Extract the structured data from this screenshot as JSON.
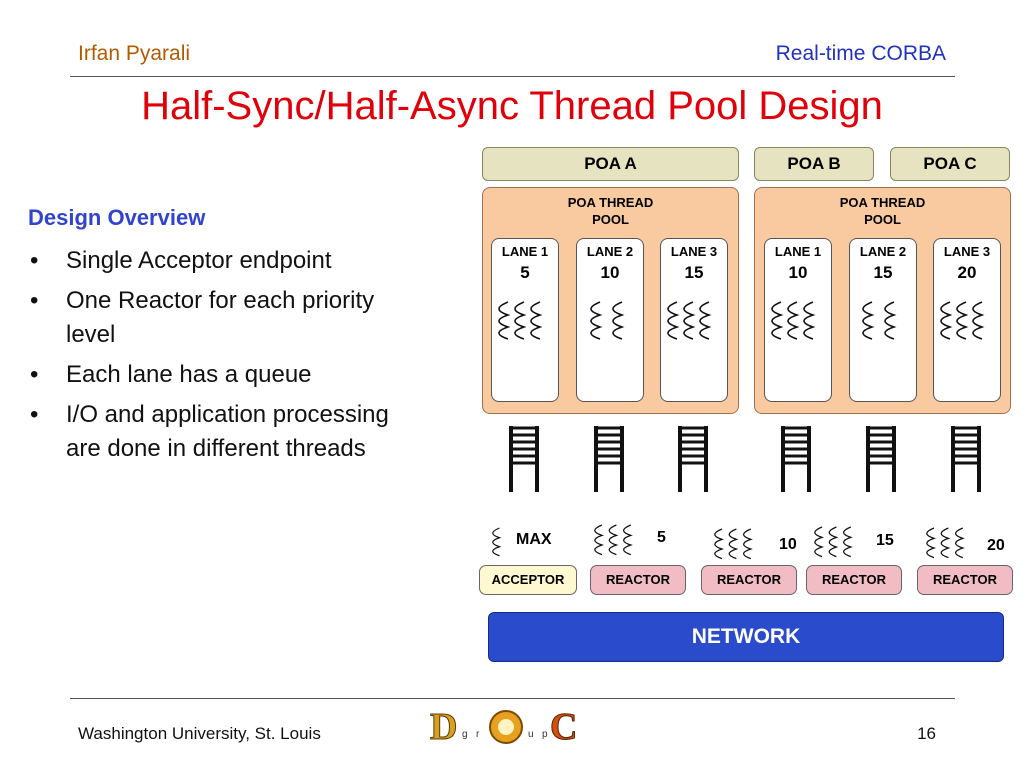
{
  "header": {
    "author": "Irfan Pyarali",
    "topic": "Real-time CORBA"
  },
  "title": "Half-Sync/Half-Async Thread Pool Design",
  "overview": {
    "heading": "Design Overview",
    "bullets": [
      "Single Acceptor endpoint",
      "One Reactor for each priority level",
      "Each lane has a queue",
      "I/O and application processing are done in different threads"
    ]
  },
  "diagram": {
    "poas": [
      "POA A",
      "POA B",
      "POA C"
    ],
    "pools": [
      {
        "title_line1": "POA THREAD",
        "title_line2": "POOL",
        "lanes": [
          {
            "name": "LANE 1",
            "priority": "5"
          },
          {
            "name": "LANE 2",
            "priority": "10"
          },
          {
            "name": "LANE 3",
            "priority": "15"
          }
        ]
      },
      {
        "title_line1": "POA THREAD",
        "title_line2": "POOL",
        "lanes": [
          {
            "name": "LANE 1",
            "priority": "10"
          },
          {
            "name": "LANE 2",
            "priority": "15"
          },
          {
            "name": "LANE 3",
            "priority": "20"
          }
        ]
      }
    ],
    "event_threads": [
      {
        "label": "MAX",
        "box": "ACCEPTOR"
      },
      {
        "label": "5",
        "box": "REACTOR"
      },
      {
        "label": "10",
        "box": "REACTOR"
      },
      {
        "label": "15",
        "box": "REACTOR"
      },
      {
        "label": "20",
        "box": "REACTOR"
      }
    ],
    "network": "NETWORK"
  },
  "footer": {
    "institution": "Washington University, St. Louis",
    "page": "16",
    "logo_text": "DOC group"
  }
}
